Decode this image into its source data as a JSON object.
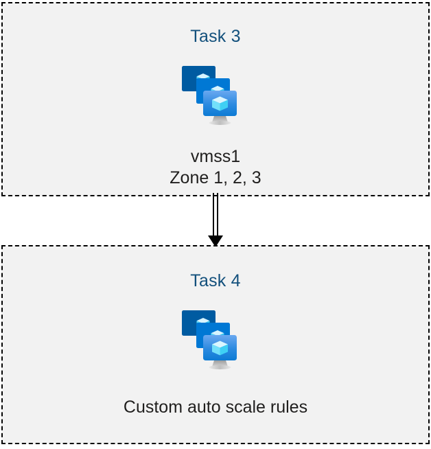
{
  "diagram": {
    "background_color": "#ffffff",
    "box_fill_color": "#f2f2f2",
    "box_border_color": "#000000",
    "title_color": "#13507c",
    "caption_color": "#201f1e",
    "connector_color": "#000000",
    "boxes": [
      {
        "id": "task3",
        "title": "Task 3",
        "icon_name": "vm-scale-set-icon",
        "caption_lines": [
          "vmss1",
          "Zone 1, 2, 3"
        ]
      },
      {
        "id": "task4",
        "title": "Task 4",
        "icon_name": "vm-scale-set-icon",
        "caption_lines": [
          "Custom auto scale rules"
        ]
      }
    ],
    "connector": {
      "name": "double-line-arrow-down",
      "from": "task3",
      "to": "task4",
      "style": "double-line",
      "arrowhead": "solid-triangle-down"
    },
    "icon_palette": {
      "monitor_back": "#005ba1",
      "monitor_middle": "#0078d4",
      "monitor_front_top": "#5ea0ef",
      "monitor_front_bottom": "#0d7bd4",
      "cube_light": "#c3f1ff",
      "cube_mid": "#9cebff",
      "cube_dark": "#50e6ff",
      "stand_gray": "#949494"
    }
  }
}
